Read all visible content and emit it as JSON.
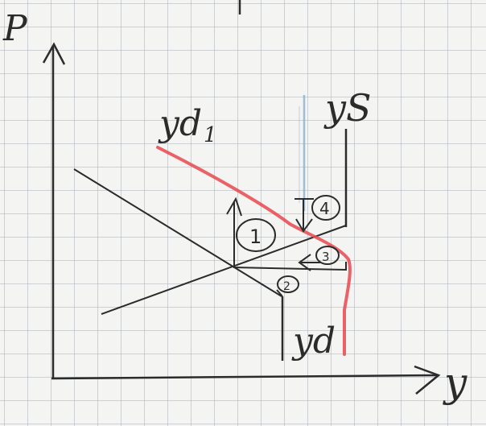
{
  "axes": {
    "y_axis_label": "P",
    "x_axis_label": "y"
  },
  "curves": {
    "yd1_label": "yd",
    "yd1_subscript": "1",
    "ys_label": "yS",
    "yd_label": "yd"
  },
  "markers": {
    "m1": "1",
    "m2": "2",
    "m3": "3",
    "m4": "4"
  },
  "colors": {
    "ink": "#2b2b2b",
    "red_curve": "#e8484f",
    "blue_mark": "#7fa6c9",
    "grid": "#a9aeb4"
  }
}
